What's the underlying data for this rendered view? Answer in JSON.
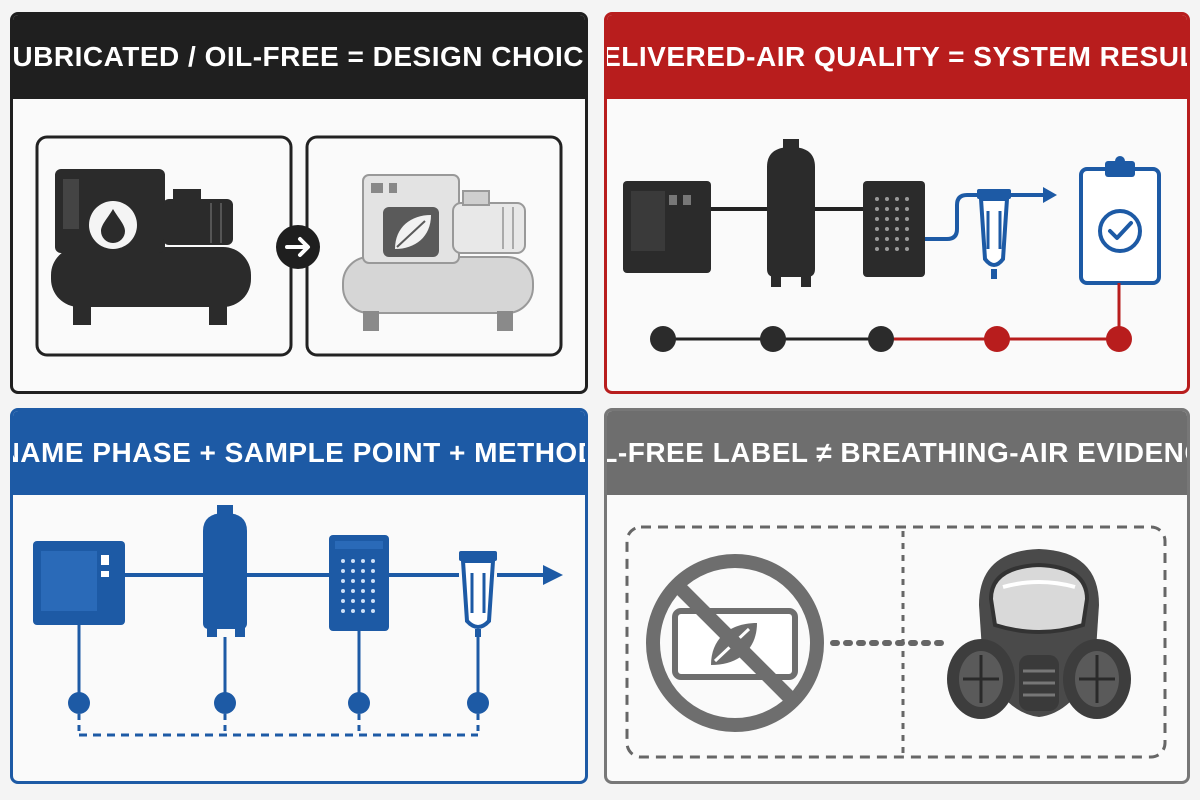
{
  "panels": [
    {
      "title": "LUBRICATED / OIL-FREE = DESIGN CHOICE",
      "accent": "#1f1f1f"
    },
    {
      "title": "DELIVERED-AIR QUALITY = SYSTEM RESULT",
      "accent": "#b81d1d"
    },
    {
      "title": "NAME PHASE + SAMPLE POINT + METHOD",
      "accent": "#1d5aa5"
    },
    {
      "title": "OIL-FREE LABEL ≠ BREATHING-AIR EVIDENCE",
      "accent": "#6e6e6e"
    }
  ],
  "icons": {
    "panel1": [
      "lubricated-compressor-icon",
      "oil-drop-icon",
      "arrow-right-icon",
      "oil-free-compressor-icon",
      "leaf-icon"
    ],
    "panel2": [
      "compressor-icon",
      "air-receiver-tank-icon",
      "dryer-icon",
      "filter-icon",
      "clipboard-check-icon"
    ],
    "panel3": [
      "compressor-icon",
      "air-receiver-tank-icon",
      "dryer-icon",
      "filter-icon",
      "flow-arrow-icon"
    ],
    "panel4": [
      "no-oil-free-label-icon",
      "leaf-icon",
      "gas-mask-icon"
    ]
  },
  "colors": {
    "dark": "#1f1f1f",
    "red": "#b81d1d",
    "blue": "#1d5aa5",
    "gray": "#6e6e6e"
  }
}
